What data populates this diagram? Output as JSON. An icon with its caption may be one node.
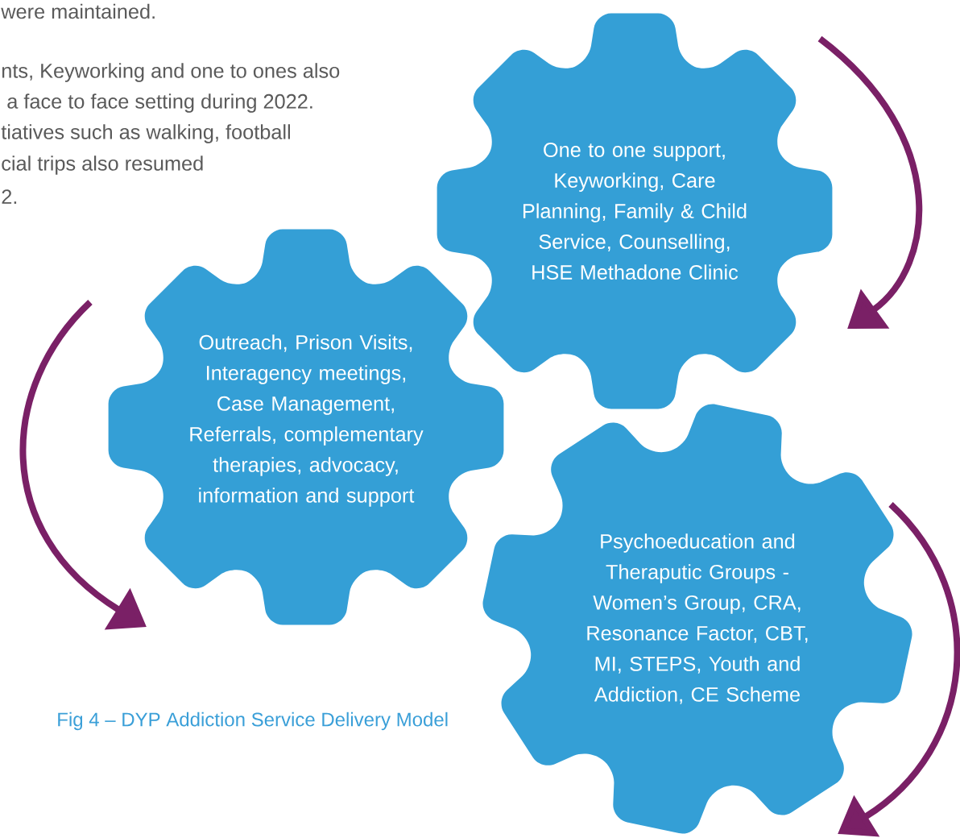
{
  "diagram": {
    "caption": "Fig 4 – DYP Addiction Service Delivery Model",
    "nodes": [
      {
        "text": [
          "One to one support, Keyworking, Care Planning, Family & Child Service, Counselling, HSE Methadone Clinic"
        ]
      },
      {
        "text": [
          "Outreach, Prison Visits, Interagency meetings, Case Management, Referrals, complementary therapies, advocacy, information and support"
        ]
      },
      {
        "text": [
          "Psychoeducation and Theraputic Groups - Women’s Group, CRA, Resonance Factor, CBT, MI, STEPS, Youth and Addiction, CE Scheme"
        ]
      }
    ],
    "edges": [],
    "labels": [
      "were maintained.",
      "nts, Keyworking and one to ones also",
      "a face to face setting during 2022.",
      "tiatives such as walking, football",
      "cial trips also resumed",
      "2."
    ]
  }
}
